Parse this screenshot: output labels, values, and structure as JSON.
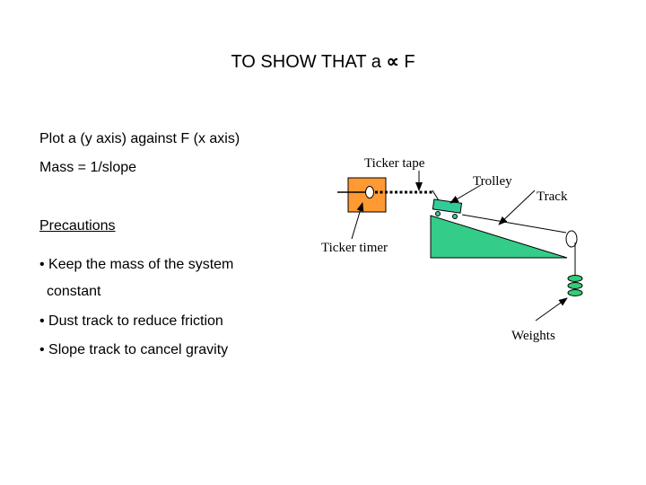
{
  "slide": {
    "title_prefix": "TO SHOW THAT a",
    "title_symbol": "∝",
    "title_suffix": "F",
    "line_plot": "Plot a (y axis) against F (x axis)",
    "line_mass": "Mass = 1/slope",
    "precautions_heading": "Precautions",
    "bullet_1_line_1": "• Keep the mass of the system",
    "bullet_1_line_2": "constant",
    "bullet_2": "• Dust track to reduce friction",
    "bullet_3": "• Slope track to cancel gravity"
  },
  "diagram": {
    "labels": {
      "ticker_tape": "Ticker tape",
      "trolley": "Trolley",
      "track": "Track",
      "ticker_timer": "Ticker timer",
      "weights": "Weights"
    },
    "colors": {
      "ticker_timer_fill": "#ff9933",
      "trolley_fill": "#33cc99",
      "track_fill": "#33cc88",
      "weights_fill": "#33cc77",
      "tape_fill": "#000000",
      "outline": "#000000"
    }
  }
}
